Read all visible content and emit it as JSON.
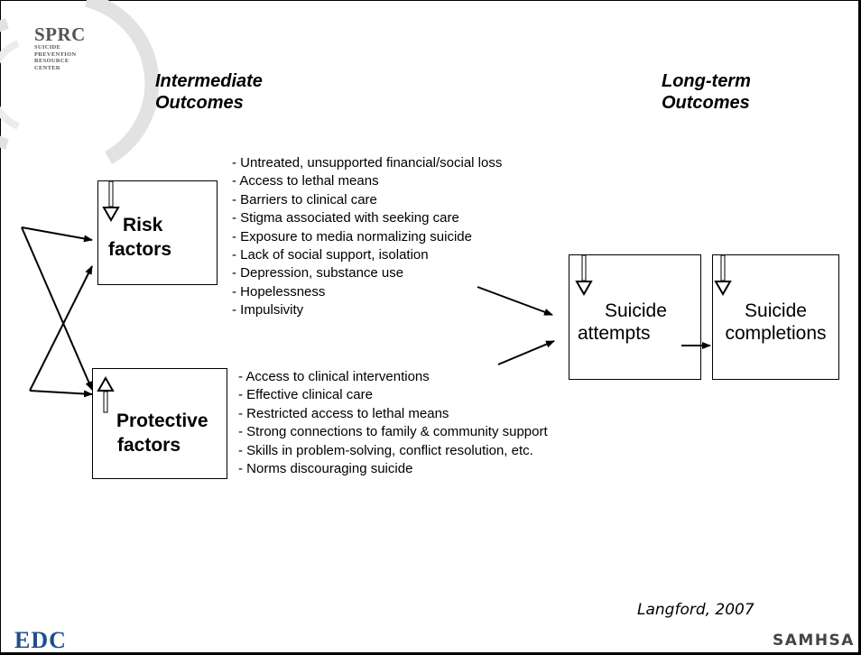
{
  "logo_sprc": {
    "abbrev": "SPRC",
    "line1": "SUICIDE",
    "line2": "PREVENTION",
    "line3": "RESOURCE",
    "line4": "CENTER"
  },
  "headings": {
    "intermediate_line1": "Intermediate",
    "intermediate_line2": "Outcomes",
    "longterm_line1": "Long-term",
    "longterm_line2": "Outcomes"
  },
  "boxes": {
    "risk": {
      "line1": "Risk",
      "line2": "factors"
    },
    "protective": {
      "line1": "Protective",
      "line2": "factors"
    },
    "attempts": {
      "line1": "Suicide",
      "line2": "attempts"
    },
    "completions": {
      "line1": "Suicide",
      "line2": "completions"
    }
  },
  "risk_factors": [
    "- Untreated, unsupported financial/social loss",
    "- Access to lethal means",
    "- Barriers to clinical care",
    "- Stigma associated with seeking care",
    "- Exposure to media normalizing suicide",
    "- Lack of social support, isolation",
    "- Depression, substance use",
    "- Hopelessness",
    "- Impulsivity"
  ],
  "protective_factors": [
    "- Access to clinical interventions",
    "- Effective clinical care",
    "- Restricted access to lethal means",
    "- Strong connections to family & community support",
    "- Skills in problem-solving, conflict resolution, etc.",
    "- Norms discouraging suicide"
  ],
  "citation": "Langford, 2007",
  "logo_edc": "EDC",
  "logo_samhsa": "SAMHSA"
}
